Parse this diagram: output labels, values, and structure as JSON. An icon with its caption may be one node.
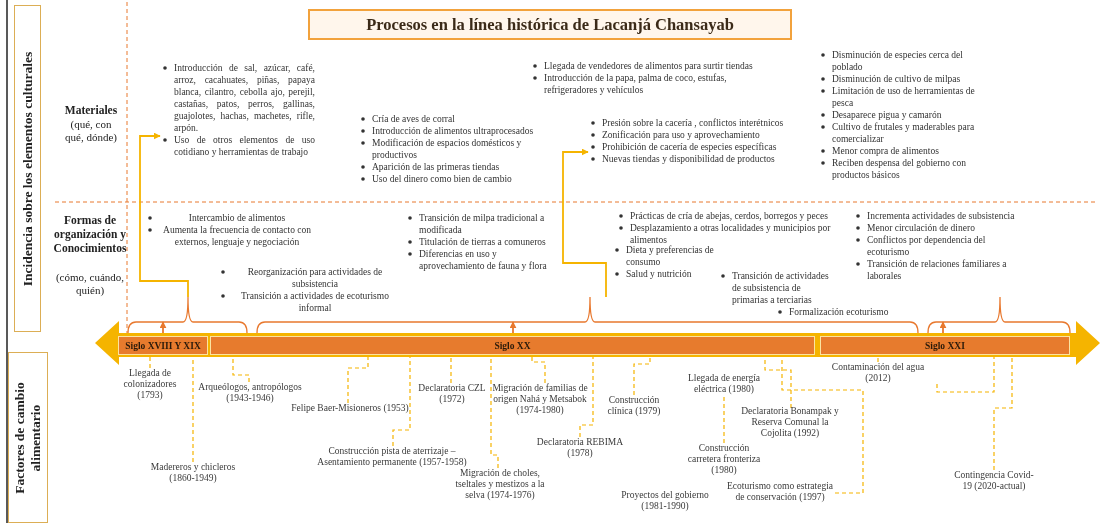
{
  "diagram": {
    "title": "Procesos en la línea histórica de Lacanjá Chansayab",
    "nodes": [
      {
        "text": [
          "Incidencia sobre los elementos culturales"
        ]
      },
      {
        "text": [
          "Factores de cambio alimentario"
        ]
      },
      {
        "text": [],
        "shape": "arrow"
      },
      {
        "text": [
          "Siglo XVIII Y XIX"
        ],
        "in": 2
      },
      {
        "text": [
          "Siglo XX"
        ],
        "in": 2
      },
      {
        "text": [
          "Siglo XXI"
        ],
        "in": 2
      },
      {
        "text": [
          "Introducción de sal, azúcar, café, arroz, cacahuates, piñas, papaya blanca, cilantro, cebolla ajo, perejil, castañas, patos, perros, gallinas, guajolotes, hachas, machetes, rifle, arpón.",
          "Uso de otros elementos de uso cotidiano y herramientas de trabajo"
        ]
      },
      {
        "text": [
          "Presión sobre la cacería , conflictos interétnicos",
          "Zonificación para uso y aprovechamiento",
          "Prohibición de cacería de especies específicas",
          "Nuevas tiendas y disponibilidad de productos"
        ]
      },
      {
        "text": [
          "Llegada de colonizadores (1793)"
        ]
      },
      {
        "text": [
          "Madereros y chicleros (1860-1949)"
        ]
      },
      {
        "text": [
          "Arqueólogos, antropólogos (1943-1946)"
        ]
      },
      {
        "text": [
          "Felipe Baer-Misioneros (1953)"
        ]
      },
      {
        "text": [
          "Construcción pista de aterrizaje – Asentamiento permanente (1957-1958)"
        ]
      },
      {
        "text": [
          "Declaratoria CZL (1972)"
        ]
      },
      {
        "text": [
          "Migración de familias de origen Nahá y Metsabok (1974-1980)"
        ]
      },
      {
        "text": [
          "Migración de choles, tseltales y mestizos a la selva (1974-1976)"
        ]
      },
      {
        "text": [
          "Declaratoria REBIMA (1978)"
        ]
      },
      {
        "text": [
          "Construcción clínica (1979)"
        ]
      },
      {
        "text": [
          "Llegada de energía eléctrica (1980)"
        ]
      },
      {
        "text": [
          "Construcción carretera fronteriza (1980)"
        ]
      },
      {
        "text": [
          "Declaratoria Bonampak y Reserva Comunal la Cojolita (1992)"
        ]
      },
      {
        "text": [
          "Ecoturismo como estrategia de conservación (1997)"
        ]
      },
      {
        "text": [
          "Contaminación del agua (2012)"
        ]
      },
      {
        "text": [
          "Contingencia Covid-19 (2020-actual)"
        ]
      },
      {
        "text": [],
        "shape": "brace"
      },
      {
        "text": [],
        "shape": "brace"
      },
      {
        "text": [],
        "shape": "brace"
      }
    ],
    "edges": [
      {
        "from": 24,
        "to": 6,
        "arrow": "to"
      },
      {
        "from": 25,
        "to": 7,
        "arrow": "to"
      },
      {
        "from": 8,
        "to": 2,
        "arrow": "none",
        "style": "dashed"
      },
      {
        "from": 9,
        "to": 2,
        "arrow": "none",
        "style": "dashed"
      },
      {
        "from": 10,
        "to": 2,
        "arrow": "none",
        "style": "dashed"
      },
      {
        "from": 11,
        "to": 2,
        "arrow": "none",
        "style": "dashed"
      },
      {
        "from": 12,
        "to": 2,
        "arrow": "none",
        "style": "dashed"
      },
      {
        "from": 13,
        "to": 2,
        "arrow": "none",
        "style": "dashed"
      },
      {
        "from": 14,
        "to": 2,
        "arrow": "none",
        "style": "dashed"
      },
      {
        "from": 15,
        "to": 2,
        "arrow": "none",
        "style": "dashed"
      },
      {
        "from": 16,
        "to": 2,
        "arrow": "none",
        "style": "dashed"
      },
      {
        "from": 17,
        "to": 2,
        "arrow": "none",
        "style": "dashed"
      },
      {
        "from": 19,
        "to": 18,
        "arrow": "none",
        "style": "dashed"
      },
      {
        "from": 20,
        "to": 2,
        "arrow": "none",
        "style": "dashed"
      },
      {
        "from": 21,
        "to": 2,
        "arrow": "none",
        "style": "dashed"
      },
      {
        "from": 22,
        "to": 2,
        "arrow": "none",
        "style": "dashed"
      },
      {
        "from": 23,
        "to": 2,
        "arrow": "none",
        "style": "dashed"
      },
      {
        "from": 22,
        "to": 2,
        "arrow": "none",
        "style": "dashed"
      },
      {
        "from": 3,
        "to": 24,
        "arrow": "to",
        "color": "#e8782e"
      },
      {
        "from": 4,
        "to": 25,
        "arrow": "to",
        "color": "#e8782e"
      },
      {
        "from": 5,
        "to": 26,
        "arrow": "to",
        "color": "#e8782e"
      }
    ],
    "labels": [
      "Materiales",
      "(qué, con qué, dónde)",
      "Cría de aves de corral",
      "Introducción de alimentos ultraprocesados",
      "Modificación de espacios domésticos y productivos",
      "Aparición de las primeras tiendas",
      "Uso del dinero como bien de cambio",
      "Llegada de vendedores de alimentos para surtir tiendas",
      "Introducción de la papa, palma de coco, estufas, refrigeradores y vehículos",
      "Disminución de especies cerca del poblado",
      "Disminución de cultivo de milpas",
      "Limitación de uso de herramientas de pesca",
      "Desaparece pigua y camarón",
      "Cultivo de frutales y maderables para comercializar",
      "Menor compra de alimentos",
      "Reciben despensa del gobierno con productos básicos",
      "Formas de organización y Conocimientos",
      "(cómo, cuándo, quién)",
      "Intercambio de alimentos",
      "Aumenta la frecuencia de contacto con externos, lenguaje y negociación",
      "Reorganización para actividades de subsistencia",
      "Transición a actividades de ecoturismo informal",
      "Transición de milpa tradicional a modificada",
      "Titulación de tierras a comuneros",
      "Diferencias en uso y aprovechamiento de fauna y flora",
      "Prácticas de cría de abejas, cerdos, borregos y peces",
      "Desplazamiento a otras localidades y municipios por alimentos",
      "Dieta y preferencias de consumo",
      "Salud y nutrición",
      "Transición de actividades de subsistencia de primarias a terciarias",
      "Formalización ecoturismo",
      "Incrementa actividades de subsistencia",
      "Menor circulación de dinero",
      "Conflictos por dependencia del ecoturismo",
      "Transición de relaciones familiares a laborales",
      "Proyectos del gobierno (1981-1990)"
    ]
  }
}
